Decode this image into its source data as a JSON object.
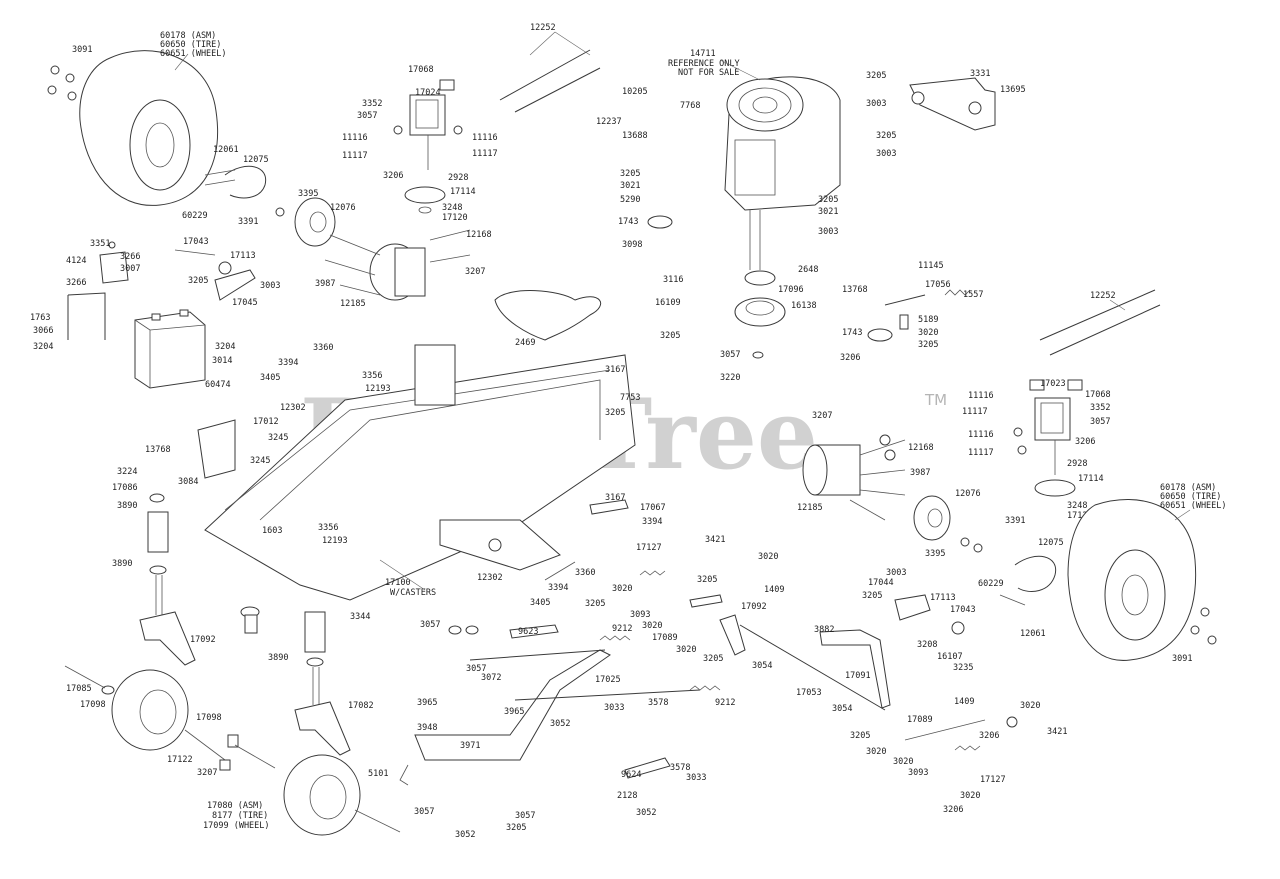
{
  "watermark": {
    "brand": "PartsTree",
    "mark": "TM"
  },
  "labels": {
    "p60178": "60178 (ASM)",
    "p60650": "60650 (TIRE)",
    "p60651": "60651 (WHEEL)",
    "p3091": "3091",
    "p12252": "12252",
    "p17068": "17068",
    "p17024": "17024",
    "p3352": "3352",
    "p3057": "3057",
    "p11116": "11116",
    "p11117": "11117",
    "p3206": "3206",
    "p2928": "2928",
    "p17114": "17114",
    "p3248": "3248",
    "p17120": "17120",
    "p12061": "12061",
    "p12075": "12075",
    "p60229": "60229",
    "p3391": "3391",
    "p3395": "3395",
    "p12076": "12076",
    "p3351": "3351",
    "p4124": "4124",
    "p3266": "3266",
    "p3007": "3007",
    "p17043": "17043",
    "p17113": "17113",
    "p3205": "3205",
    "p3003": "3003",
    "p17045": "17045",
    "p12168": "12168",
    "p3987": "3987",
    "p3207": "3207",
    "p12185": "12185",
    "p1763": "1763",
    "p3066": "3066",
    "p3204": "3204",
    "p3014": "3014",
    "p60474": "60474",
    "p14711": "14711",
    "ref1": "REFERENCE ONLY",
    "ref2": "NOT FOR SALE",
    "p10205": "10205",
    "p7768": "7768",
    "p12237": "12237",
    "p13688": "13688",
    "p3021": "3021",
    "p5290": "5290",
    "p1743": "1743",
    "p3098": "3098",
    "p2648": "2648",
    "p17096": "17096",
    "p16138": "16138",
    "p3116": "3116",
    "p16109": "16109",
    "p2469": "2469",
    "p3220": "3220",
    "p3331": "3331",
    "p13695": "13695",
    "p11145": "11145",
    "p13768": "13768",
    "p17056": "17056",
    "p1557": "1557",
    "p5189": "5189",
    "p3020": "3020",
    "p3360": "3360",
    "p3394": "3394",
    "p3405": "3405",
    "p3356": "3356",
    "p12193": "12193",
    "p3167": "3167",
    "p7753": "7753",
    "p12302": "12302",
    "p17012": "17012",
    "p3245": "3245",
    "p3224": "3224",
    "p17086": "17086",
    "p3890": "3890",
    "p3084": "3084",
    "p17023": "17023",
    "p1603": "1603",
    "p17100": "17100",
    "wcast": "W/CASTERS",
    "p17092": "17092",
    "p3344": "3344",
    "p17067": "17067",
    "p3421": "3421",
    "p1409": "1409",
    "p17127": "17127",
    "p3093": "3093",
    "p17089": "17089",
    "p3054": "3054",
    "p9623": "9623",
    "p9212": "9212",
    "p17025": "17025",
    "p3072": "3072",
    "p3965": "3965",
    "p3948": "3948",
    "p3052": "3052",
    "p3033": "3033",
    "p3578": "3578",
    "p3971": "3971",
    "p5101": "5101",
    "p9624": "9624",
    "p2128": "2128",
    "p17082": "17082",
    "p17085": "17085",
    "p17098": "17098",
    "p17122": "17122",
    "p17080": "17080 (ASM)",
    "p8177": "8177 (TIRE)",
    "p17099": "17099 (WHEEL)",
    "p3882": "3882",
    "p17053": "17053",
    "p17091": "17091",
    "p17044": "17044",
    "p3208": "3208",
    "p16107": "16107",
    "p3235": "3235"
  }
}
